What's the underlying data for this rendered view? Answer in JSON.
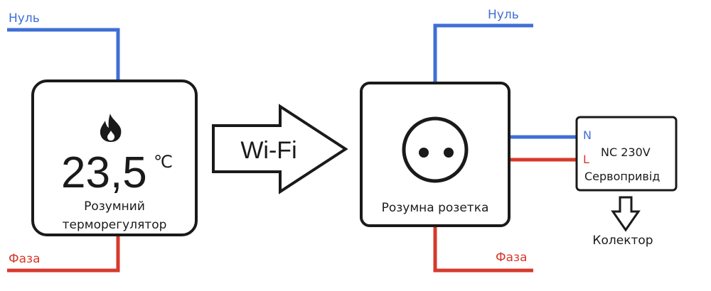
{
  "thermostat": {
    "neutral_label": "Нуль",
    "phase_label": "Фаза",
    "temperature": "23,5",
    "unit": "℃",
    "name_line1": "Розумний",
    "name_line2": "терморегулятор",
    "icon": "flame-icon"
  },
  "link": {
    "label": "Wi-Fi"
  },
  "socket": {
    "neutral_label": "Нуль",
    "phase_label": "Фаза",
    "name": "Розумна розетка",
    "icon": "power-outlet-icon"
  },
  "actuator": {
    "n_label": "N",
    "l_label": "L",
    "type": "NC 230V",
    "name": "Сервопривід",
    "output_label": "Колектор"
  },
  "colors": {
    "neutral": "#3f6fd6",
    "phase": "#d63a2c",
    "outline": "#1a1a1a"
  }
}
